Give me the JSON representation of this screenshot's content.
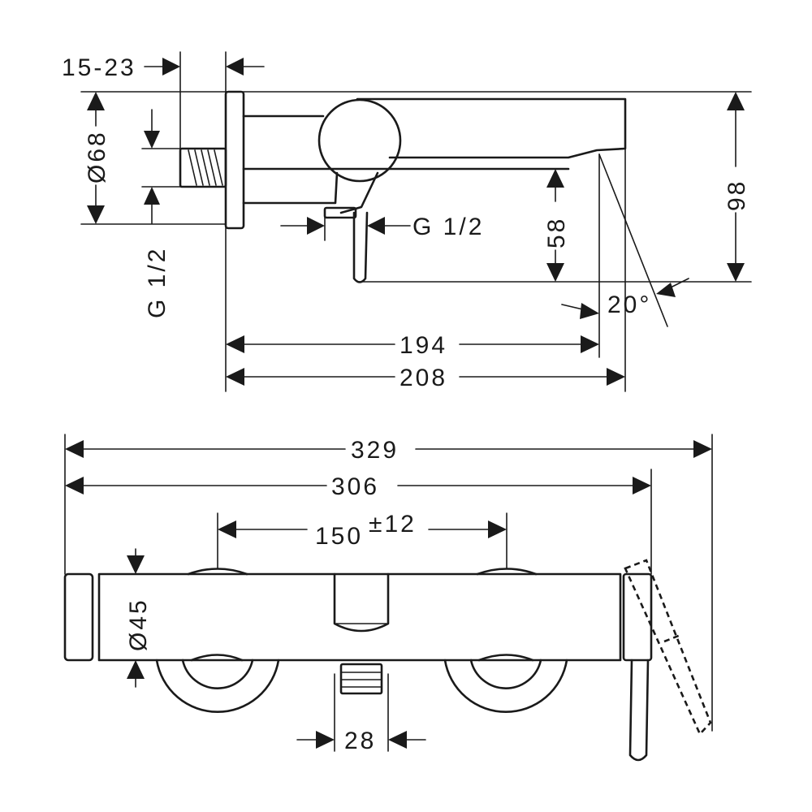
{
  "side_view": {
    "dim_wall_offset": "15-23",
    "dim_diameter_68": "Ø68",
    "dim_thread_left": "G 1/2",
    "dim_thread_bottom": "G 1/2",
    "dim_height_58": "58",
    "dim_height_98": "98",
    "dim_angle": "20°",
    "dim_length_194": "194",
    "dim_length_208": "208"
  },
  "front_view": {
    "dim_total_329": "329",
    "dim_width_306": "306",
    "dim_center_base": "150",
    "dim_center_tol": "±12",
    "dim_diameter_45": "Ø45",
    "dim_outlet_28": "28"
  }
}
